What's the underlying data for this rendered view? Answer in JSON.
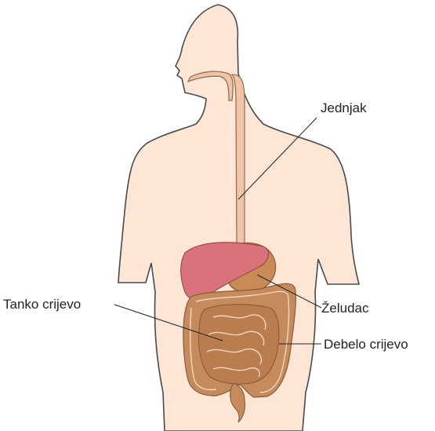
{
  "diagram": {
    "labels": {
      "esophagus": "Jednjak",
      "stomach": "Želudac",
      "small_intestine": "Tanko crijevo",
      "large_intestine": "Debelo crijevo"
    }
  },
  "colors": {
    "body_fill": "#fde6d6",
    "body_outline": "#4a4a4a",
    "esophagus": "#f0c4a4",
    "liver": "#d9727a",
    "stomach": "#c98a55",
    "intestine": "#c68b5c",
    "intestine_highlight": "#f4d7bd"
  }
}
